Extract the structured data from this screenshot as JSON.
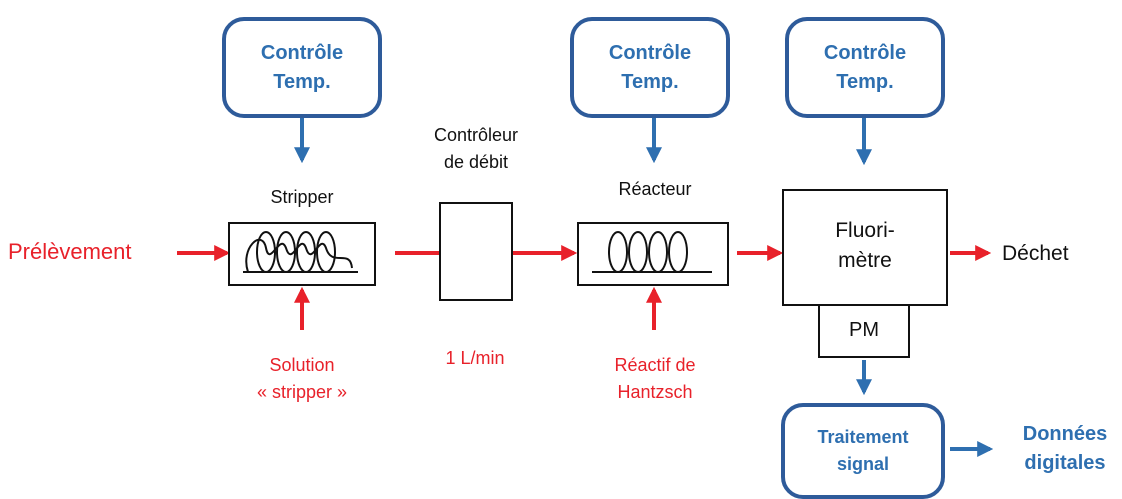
{
  "control_label": [
    "Contrôle",
    "Temp."
  ],
  "stripper_label": "Stripper",
  "flow_controller_label": [
    "Contrôleur",
    "de débit"
  ],
  "reactor_label": "Réacteur",
  "fluorimeter_label": [
    "Fluori-",
    "mètre"
  ],
  "pm_label": "PM",
  "sampling_label": "Prélèvement",
  "waste_label": "Déchet",
  "stripper_solution_label": [
    "Solution",
    "« stripper »"
  ],
  "flow_rate_label": "1 L/min",
  "reagent_label": [
    "Réactif de",
    "Hantzsch"
  ],
  "signal_processing_label": [
    "Traitement",
    "signal"
  ],
  "digital_data_label": [
    "Données",
    "digitales"
  ],
  "colors": {
    "flow_arrow": "#e8212a",
    "control_arrow": "#2e6fb0",
    "control_border": "#2e5b9a",
    "control_text": "#2e6fb0",
    "input_text": "#e8212a"
  }
}
